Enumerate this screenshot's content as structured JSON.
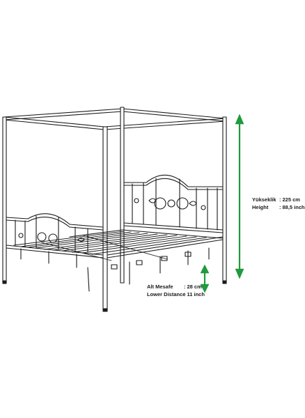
{
  "specs": {
    "height": {
      "tr_label": "Yükseklik",
      "tr_value": "225 cm",
      "en_label": "Height",
      "en_value": "88,5 inch"
    },
    "lower_distance": {
      "tr_label": "Alt Mesafe",
      "tr_value": "28 cm",
      "en_label": "Lower Distance",
      "en_value": "11 inch"
    }
  },
  "colors": {
    "arrow": "#1f9a3c",
    "line": "#1a1a1a",
    "background": "#ffffff"
  }
}
